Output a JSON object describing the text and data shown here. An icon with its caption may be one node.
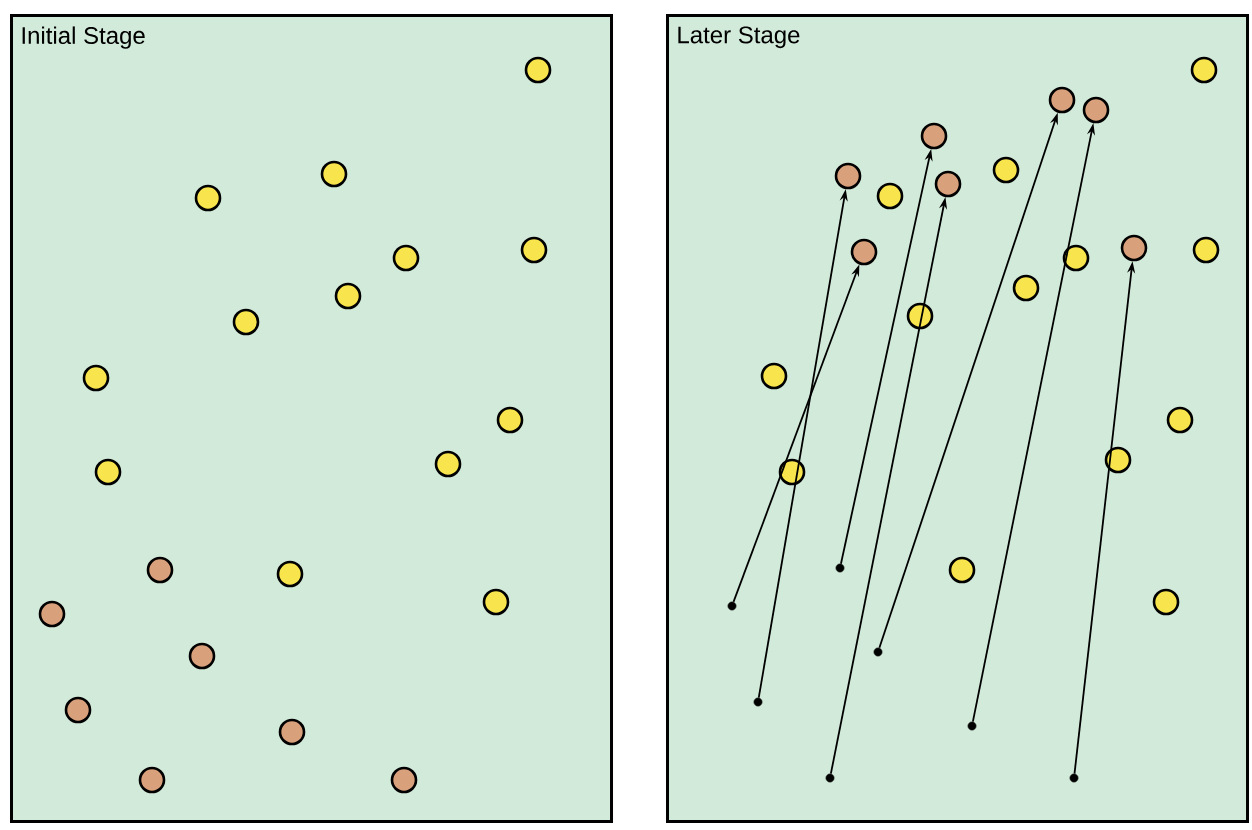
{
  "diagram": {
    "nodes": [
      {
        "text": [
          "Initial Stage"
        ]
      },
      {
        "text": [
          "Later Stage"
        ]
      },
      {
        "text": [],
        "shape": "circle",
        "in": 0
      },
      {
        "text": [],
        "shape": "circle",
        "in": 0
      },
      {
        "text": [],
        "shape": "circle",
        "in": 0
      },
      {
        "text": [],
        "shape": "circle",
        "in": 0
      },
      {
        "text": [],
        "shape": "circle",
        "in": 0
      },
      {
        "text": [],
        "shape": "circle",
        "in": 0
      },
      {
        "text": [],
        "shape": "circle",
        "in": 0
      },
      {
        "text": [],
        "shape": "circle",
        "in": 0
      },
      {
        "text": [],
        "shape": "circle",
        "in": 0
      },
      {
        "text": [],
        "shape": "circle",
        "in": 0
      },
      {
        "text": [],
        "shape": "circle",
        "in": 0
      },
      {
        "text": [],
        "shape": "circle",
        "in": 0
      },
      {
        "text": [],
        "shape": "circle",
        "in": 0
      },
      {
        "text": [],
        "shape": "circle",
        "in": 0
      },
      {
        "text": [],
        "shape": "circle",
        "in": 0
      },
      {
        "text": [],
        "shape": "circle",
        "in": 0
      },
      {
        "text": [],
        "shape": "circle",
        "in": 0
      },
      {
        "text": [],
        "shape": "circle",
        "in": 0
      },
      {
        "text": [],
        "shape": "circle",
        "in": 0
      },
      {
        "text": [],
        "shape": "circle",
        "in": 0
      },
      {
        "text": [],
        "shape": "circle",
        "in": 1
      },
      {
        "text": [],
        "shape": "circle",
        "in": 1
      },
      {
        "text": [],
        "shape": "circle",
        "in": 1
      },
      {
        "text": [],
        "shape": "circle",
        "in": 1
      },
      {
        "text": [],
        "shape": "circle",
        "in": 1
      },
      {
        "text": [],
        "shape": "circle",
        "in": 1
      },
      {
        "text": [],
        "shape": "circle",
        "in": 1
      },
      {
        "text": [],
        "shape": "circle",
        "in": 1
      },
      {
        "text": [],
        "shape": "circle",
        "in": 1
      },
      {
        "text": [],
        "shape": "circle",
        "in": 1
      },
      {
        "text": [],
        "shape": "circle",
        "in": 1
      },
      {
        "text": [],
        "shape": "circle",
        "in": 1
      },
      {
        "text": [],
        "shape": "circle",
        "in": 1
      },
      {
        "text": [],
        "shape": "circle",
        "in": 1
      },
      {
        "text": [],
        "shape": "circle",
        "in": 1
      },
      {
        "text": [],
        "shape": "circle",
        "in": 1
      },
      {
        "text": [],
        "shape": "circle",
        "in": 1
      },
      {
        "text": [],
        "shape": "circle",
        "in": 1
      },
      {
        "text": [],
        "shape": "circle",
        "in": 1
      },
      {
        "text": [],
        "shape": "circle",
        "in": 1
      },
      {
        "text": [],
        "shape": "circle",
        "in": 1
      },
      {
        "text": [],
        "shape": "circle",
        "in": 1
      },
      {
        "text": [],
        "shape": "circle",
        "in": 1
      },
      {
        "text": [],
        "shape": "circle",
        "in": 1
      },
      {
        "text": [],
        "shape": "circle",
        "in": 1
      },
      {
        "text": [],
        "shape": "circle",
        "in": 1
      },
      {
        "text": [],
        "shape": "circle",
        "in": 1
      }
    ],
    "edges": [
      {
        "from": 42,
        "to": 24,
        "arrow": "to"
      },
      {
        "from": 43,
        "to": 22,
        "arrow": "to"
      },
      {
        "from": 44,
        "to": 25,
        "arrow": "to"
      },
      {
        "from": 45,
        "to": 26,
        "arrow": "to"
      },
      {
        "from": 46,
        "to": 27,
        "arrow": "to"
      },
      {
        "from": 47,
        "to": 28,
        "arrow": "to"
      },
      {
        "from": 48,
        "to": 29,
        "arrow": "to"
      }
    ]
  }
}
